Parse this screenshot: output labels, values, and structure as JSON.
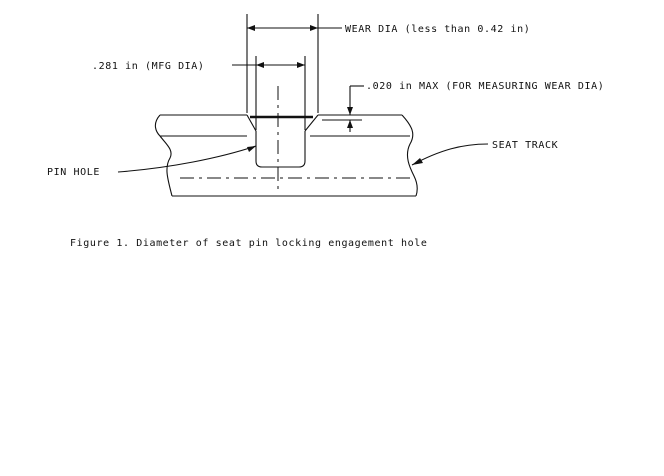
{
  "labels": {
    "wear_dia": "WEAR DIA (less than 0.42 in)",
    "mfg_dia": ".281 in (MFG DIA)",
    "max_note": ".020 in MAX (FOR MEASURING WEAR DIA)",
    "seat_track": "SEAT TRACK",
    "pin_hole": "PIN HOLE"
  },
  "caption": "Figure 1. Diameter of seat pin locking engagement hole"
}
